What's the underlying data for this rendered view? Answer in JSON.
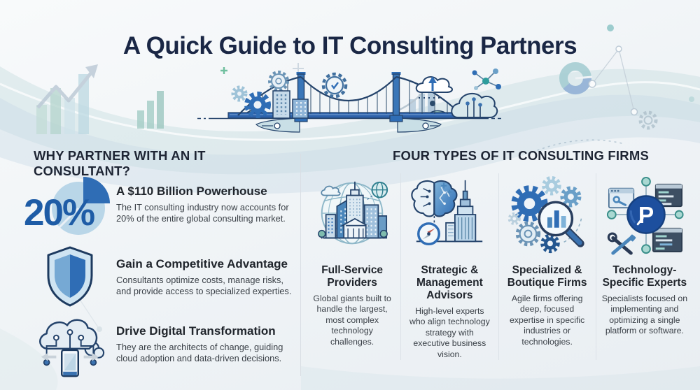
{
  "title": "A Quick Guide to IT Consulting Partners",
  "hero": {
    "icon": "suspension-bridge-business-to-technology-illustration"
  },
  "why_section": {
    "header": "WHY PARTNER WITH AN IT CONSULTANT?",
    "items": [
      {
        "icon": "pie-chart-icon",
        "stat": "20%",
        "heading": "A $110 Billion Powerhouse",
        "body": "The IT consulting industry now accounts for 20% of the entire global consulting market."
      },
      {
        "icon": "shield-icon",
        "heading": "Gain a Competitive Advantage",
        "body": "Consultants optimize costs, manage risks, and provide access to specialized experties."
      },
      {
        "icon": "cloud-device-icon",
        "heading": "Drive Digital Transformation",
        "body": "They are the architects of change, guiding cloud adoption and data-driven decisions."
      }
    ]
  },
  "types_section": {
    "header": "FOUR TYPES OF IT CONSULTING FIRMS",
    "columns": [
      {
        "icon": "globe-city-icon",
        "heading": "Full-Service Providers",
        "body": "Global giants built to handle the largest, most complex technology challenges."
      },
      {
        "icon": "brain-compass-skyscraper-icon",
        "heading": "Strategic & Management Advisors",
        "body": "High-level experts who align technology strategy with executive business vision."
      },
      {
        "icon": "gears-magnifier-icon",
        "heading": "Specialized & Boutique Firms",
        "body": "Agile firms offering deep, focused expertise in specific industries or technologies."
      },
      {
        "icon": "platform-network-tools-icon",
        "icon_letter": "P",
        "heading": "Technology-Specific Experts",
        "body": "Specialists focused on implementing and optimizing a single platform or software."
      }
    ]
  },
  "colors": {
    "title_navy": "#1a2745",
    "accent_blue": "#2f6db5",
    "stat_blue": "#1e5ca6",
    "light_blue": "#b9d6e8",
    "teal": "#8fc5c0",
    "body_text": "#3a4047",
    "divider": "#d9dee4"
  }
}
